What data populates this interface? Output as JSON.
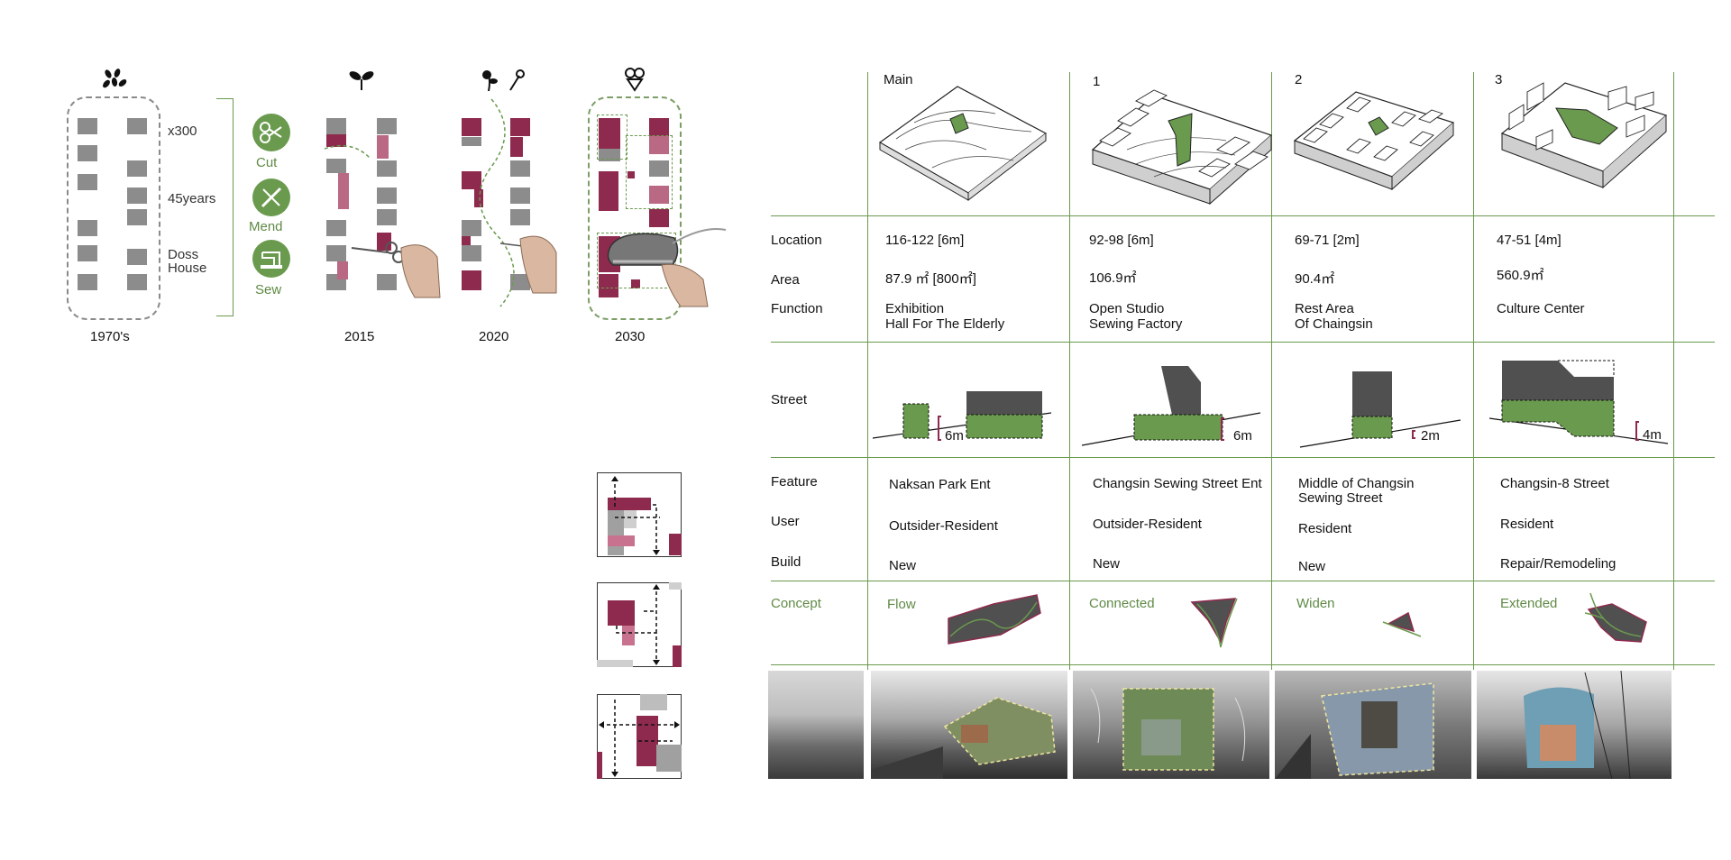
{
  "timeline": {
    "eras": [
      {
        "year": "1970's",
        "labels": [
          "x300",
          "45years",
          "Doss",
          "House"
        ]
      },
      {
        "year": "2015"
      },
      {
        "year": "2020"
      },
      {
        "year": "2030"
      }
    ],
    "tools": [
      "Cut",
      "Mend",
      "Sew"
    ]
  },
  "table": {
    "columns": [
      {
        "title": "Main",
        "location": "116-122 [6m]",
        "area": "87.9 ㎡ [800㎡]",
        "function": [
          "Exhibition",
          "Hall For The Elderly"
        ],
        "street_height": "6m",
        "feature": "Naksan Park Ent",
        "user": "Outsider-Resident",
        "build": "New",
        "concept": "Flow"
      },
      {
        "title": "1",
        "location": "92-98 [6m]",
        "area": "106.9㎡",
        "function": [
          "Open Studio",
          "Sewing Factory"
        ],
        "street_height": "6m",
        "feature": "Changsin Sewing Street Ent",
        "user": "Outsider-Resident",
        "build": "New",
        "concept": "Connected"
      },
      {
        "title": "2",
        "location": "69-71 [2m]",
        "area": "90.4㎡",
        "function": [
          "Rest Area",
          "Of Chaingsin"
        ],
        "street_height": "2m",
        "feature": [
          "Middle of Changsin",
          "Sewing Street"
        ],
        "user": "Resident",
        "build": "New",
        "concept": "Widen"
      },
      {
        "title": "3",
        "location": "47-51 [4m]",
        "area": "560.9㎡",
        "function": [
          "Culture Center"
        ],
        "street_height": "4m",
        "feature": "Changsin-8 Street",
        "user": "Resident",
        "build": "Repair/Remodeling",
        "concept": "Extended"
      }
    ],
    "row_labels": {
      "location": "Location",
      "area": "Area",
      "function": "Function",
      "street": "Street",
      "feature": "Feature",
      "user": "User",
      "build": "Build",
      "concept": "Concept"
    }
  },
  "colors": {
    "accent_green": "#6a9a4e",
    "crimson": "#8e2a4e",
    "pink": "#b96983",
    "gray": "#8c8c8c",
    "dark": "#505050"
  }
}
